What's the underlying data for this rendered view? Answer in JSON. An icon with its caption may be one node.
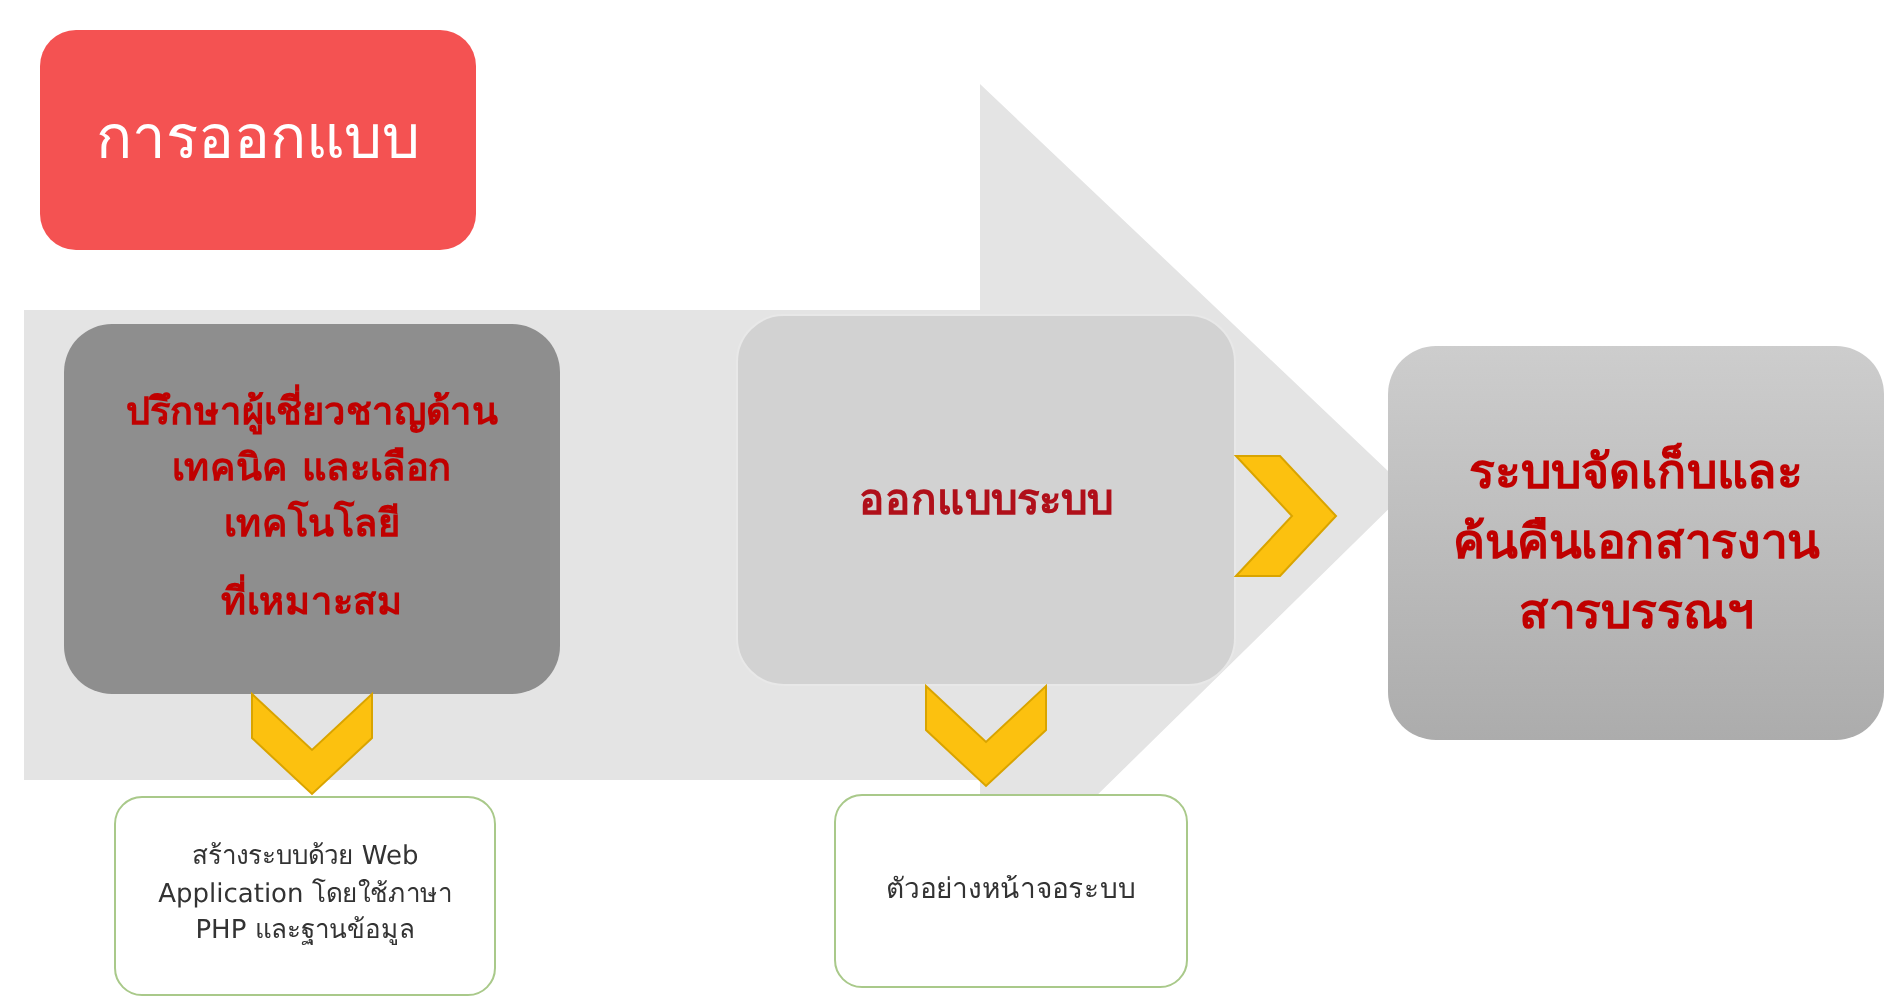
{
  "diagram": {
    "nodes": [
      {
        "text": [
          "การออกแบบ"
        ]
      },
      {
        "text": [
          "ปรึกษาผู้เชี่ยวชาญด้าน เทคนิค และเลือก เทคโนโลยี",
          "ที่เหมาะสม"
        ]
      },
      {
        "text": [
          "ออกแบบระบบ"
        ]
      },
      {
        "text": [
          "ระบบจัดเก็บและ ค้นคืนเอกสารงาน สารบรรณฯ"
        ]
      },
      {
        "text": [
          "สร้างระบบด้วย Web Application โดยใช้ภาษา PHP และฐานข้อมูล"
        ]
      },
      {
        "text": [
          "ตัวอย่างหน้าจอระบบ"
        ]
      }
    ],
    "edges": [
      {
        "from": 1,
        "to": 4,
        "arrow": "to"
      },
      {
        "from": 2,
        "to": 5,
        "arrow": "to"
      },
      {
        "from": 2,
        "to": 3,
        "arrow": "to"
      },
      {
        "from": 1,
        "to": 3,
        "arrow": "to",
        "style": "thick",
        "color": "#e4e4e4"
      }
    ]
  }
}
